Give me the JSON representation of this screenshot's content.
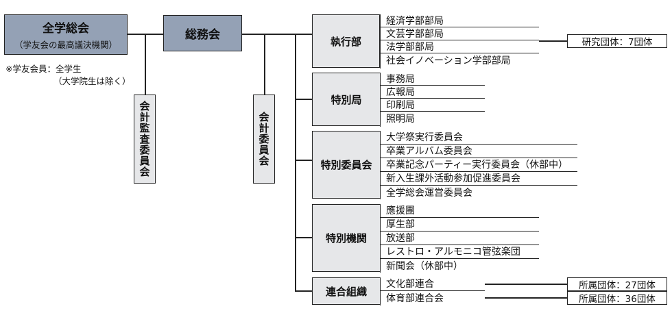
{
  "assembly": {
    "title": "全学総会",
    "subtitle": "（学友会の最高議決機関）"
  },
  "note": {
    "line1": "※学友会員：全学生",
    "line2": "（大学院生は除く）"
  },
  "general_affairs": {
    "title": "総務会"
  },
  "audit_committee": {
    "label": "会計監査委員会"
  },
  "accounting_committee": {
    "label": "会計委員会"
  },
  "groups": [
    {
      "label": "執行部",
      "items": [
        "経済学部部局",
        "文芸学部部局",
        "法学部部局",
        "社会イノベーション学部部局"
      ]
    },
    {
      "label": "特別局",
      "items": [
        "事務局",
        "広報局",
        "印刷局",
        "照明局"
      ]
    },
    {
      "label": "特別委員会",
      "items": [
        "大学祭実行委員会",
        "卒業アルバム委員会",
        "卒業記念パーティー実行委員会（休部中）",
        "新入生課外活動参加促進委員会",
        "全学総会運営委員会"
      ]
    },
    {
      "label": "特別機関",
      "items": [
        "應援團",
        "厚生部",
        "放送部",
        "レストロ・アルモニコ管弦楽団",
        "新聞会（休部中）"
      ]
    },
    {
      "label": "連合組織",
      "items": [
        "文化部連合",
        "体育部連合会"
      ]
    }
  ],
  "side_notes": {
    "research": "研究団体：7団体",
    "culture": "所属団体：27団体",
    "sports": "所属団体：36団体"
  }
}
